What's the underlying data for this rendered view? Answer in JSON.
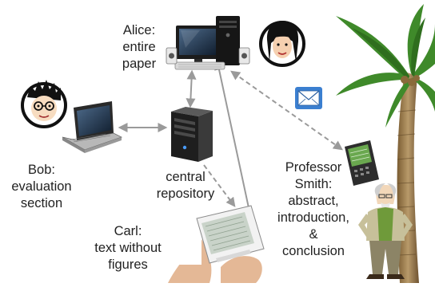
{
  "nodes": {
    "alice": {
      "lines": [
        "Alice:",
        "entire",
        "paper"
      ]
    },
    "bob": {
      "lines": [
        "Bob:",
        "evaluation",
        "section"
      ]
    },
    "repository": {
      "lines": [
        "central",
        "repository"
      ]
    },
    "carl": {
      "lines": [
        "Carl:",
        "text without",
        "figures"
      ]
    },
    "smith": {
      "lines": [
        "Professor",
        "Smith:",
        "abstract,",
        "introduction,",
        "&",
        "conclusion"
      ]
    }
  },
  "connections": [
    {
      "from": "alice-desktop",
      "to": "repository",
      "style": "solid",
      "direction": "both"
    },
    {
      "from": "bob-laptop",
      "to": "repository",
      "style": "solid",
      "direction": "both"
    },
    {
      "from": "repository",
      "to": "carl-ebook-reader",
      "style": "dashed",
      "direction": "forward"
    },
    {
      "from": "carl-ebook-reader",
      "to": "alice-desktop",
      "style": "solid",
      "direction": "forward"
    },
    {
      "from": "smith-smartphone",
      "to": "alice-desktop",
      "style": "dashed",
      "direction": "both"
    }
  ],
  "icons": [
    "desktop-computer-icon",
    "laptop-icon",
    "server-tower-icon",
    "ebook-reader-icon",
    "smartphone-icon",
    "email-envelope-icon",
    "palm-tree-icon"
  ],
  "colors": {
    "arrow": "#9a9a9a",
    "envelope": "#3b7fd0",
    "palm_leaf": "#3f8a2a",
    "palm_trunk": "#9a7a4a"
  }
}
